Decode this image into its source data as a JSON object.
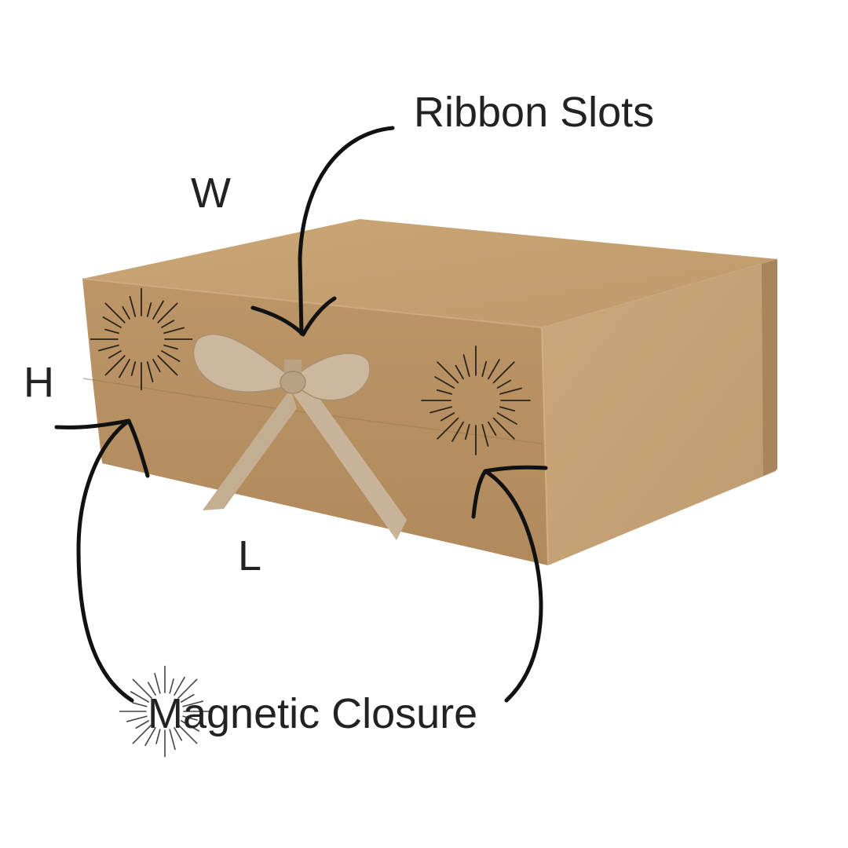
{
  "labels": {
    "ribbon_slots": "Ribbon Slots",
    "width": "W",
    "height": "H",
    "length": "L",
    "magnetic_closure": "Magnetic Closure"
  },
  "colors": {
    "box_top": "#c59f71",
    "box_front": "#b99365",
    "box_side": "#c8a678",
    "box_spine": "#a8865c",
    "ribbon": "#c9b499",
    "ribbon_shadow": "#a89173",
    "arrow": "#111111",
    "text": "#222222"
  },
  "icons": {
    "burst": "sparkle-burst-icon",
    "bow": "ribbon-bow-icon"
  }
}
